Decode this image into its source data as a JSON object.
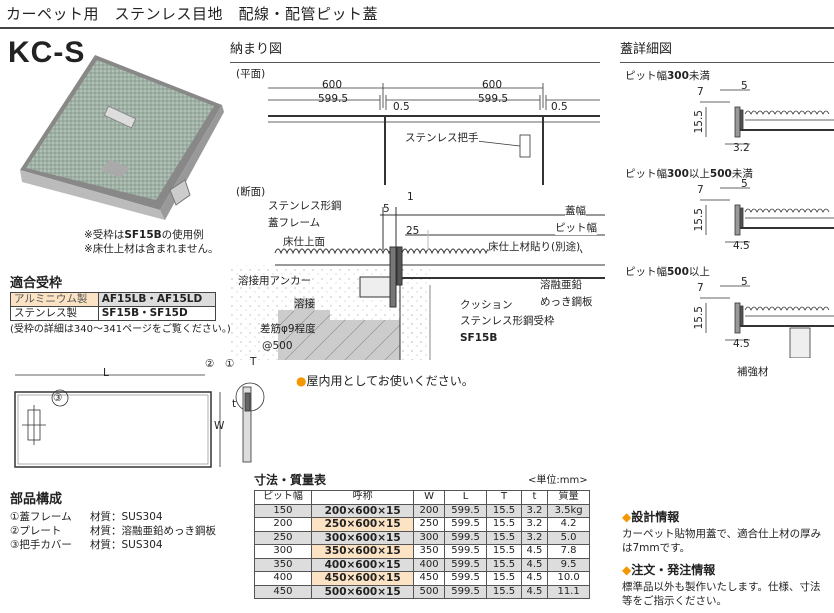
{
  "header": {
    "title": "カーペット用　ステンレス目地　配線・配管ピット蓋",
    "model": "KC-S"
  },
  "photo_notes": [
    "※受枠は",
    "SF15B",
    "の使用例",
    "※床仕上材は含まれません。"
  ],
  "fit_frames": {
    "title": "適合受枠",
    "rows": [
      {
        "material": "アルミニウム製",
        "models": "AF15LB・AF15LD"
      },
      {
        "material": "ステンレス製",
        "models": "SF15B・SF15D"
      }
    ],
    "note": "(受枠の詳細は340～341ページをご覧ください。)"
  },
  "install": {
    "title": "納まり図",
    "plan": {
      "label": "(平面)",
      "dims": [
        "600",
        "599.5",
        "0.5",
        "600",
        "599.5",
        "0.5"
      ],
      "handle": "ステンレス把手"
    },
    "section": {
      "label": "(断面)",
      "dims": [
        "5",
        "1",
        "25"
      ],
      "labels": [
        "ステンレス形鋼",
        "蓋フレーム",
        "床仕上面",
        "蓋幅",
        "ピット幅",
        "床仕上材貼り(別途)",
        "溶接用アンカー",
        "溶接",
        "差筋φ9程度",
        "@500",
        "クッション",
        "溶融亜鉛",
        "めっき鋼板",
        "ステンレス形鋼受枠",
        "SF15B"
      ]
    },
    "indoor_note": "屋内用としてお使いください。"
  },
  "detail": {
    "title": "蓋詳細図",
    "items": [
      {
        "label": "ピット幅",
        "bold": "300",
        "suffix": "未満",
        "dims": [
          "7",
          "5",
          "15.5",
          "3.2"
        ]
      },
      {
        "label": "ピット幅",
        "bold": "300",
        "mid": "以上",
        "bold2": "500",
        "suffix": "未満",
        "dims": [
          "7",
          "5",
          "15.5",
          "4.5"
        ]
      },
      {
        "label": "ピット幅",
        "bold": "500",
        "suffix": "以上",
        "dims": [
          "7",
          "5",
          "15.5",
          "4.5"
        ],
        "extra": "補強材"
      }
    ]
  },
  "drawing": {
    "L": "L",
    "W": "W",
    "T": "T",
    "t": "t",
    "n1": "①",
    "n2": "②",
    "n3": "③"
  },
  "parts": {
    "title": "部品構成",
    "items": [
      {
        "name": "①蓋フレーム",
        "material": "材質：SUS304"
      },
      {
        "name": "②プレート",
        "material": "材質：溶融亜鉛めっき鋼板"
      },
      {
        "name": "③把手カバー",
        "material": "材質：SUS304"
      }
    ]
  },
  "table": {
    "title": "寸法・質量表",
    "unit": "<単位:mm>",
    "headers": [
      "ピット幅",
      "呼称",
      "W",
      "L",
      "T",
      "t",
      "質量"
    ],
    "rows": [
      [
        "150",
        "200×600×15",
        "200",
        "599.5",
        "15.5",
        "3.2",
        "3.5kg"
      ],
      [
        "200",
        "250×600×15",
        "250",
        "599.5",
        "15.5",
        "3.2",
        "4.2"
      ],
      [
        "250",
        "300×600×15",
        "300",
        "599.5",
        "15.5",
        "3.2",
        "5.0"
      ],
      [
        "300",
        "350×600×15",
        "350",
        "599.5",
        "15.5",
        "4.5",
        "7.8"
      ],
      [
        "350",
        "400×600×15",
        "400",
        "599.5",
        "15.5",
        "4.5",
        "9.5"
      ],
      [
        "400",
        "450×600×15",
        "450",
        "599.5",
        "15.5",
        "4.5",
        "10.0"
      ],
      [
        "450",
        "500×600×15",
        "500",
        "599.5",
        "15.5",
        "4.5",
        "11.1"
      ]
    ]
  },
  "info": {
    "design_title": "設計情報",
    "design_text": "カーペット貼物用蓋で、適合仕上材の厚みは7mmです。",
    "order_title": "注文・発注情報",
    "order_text": "標準品以外も製作いたします。仕様、寸法等をご指示ください。"
  },
  "colors": {
    "accent": "#f39800",
    "highlight": "#fbe3c4",
    "row_gray": "#dddddd"
  }
}
